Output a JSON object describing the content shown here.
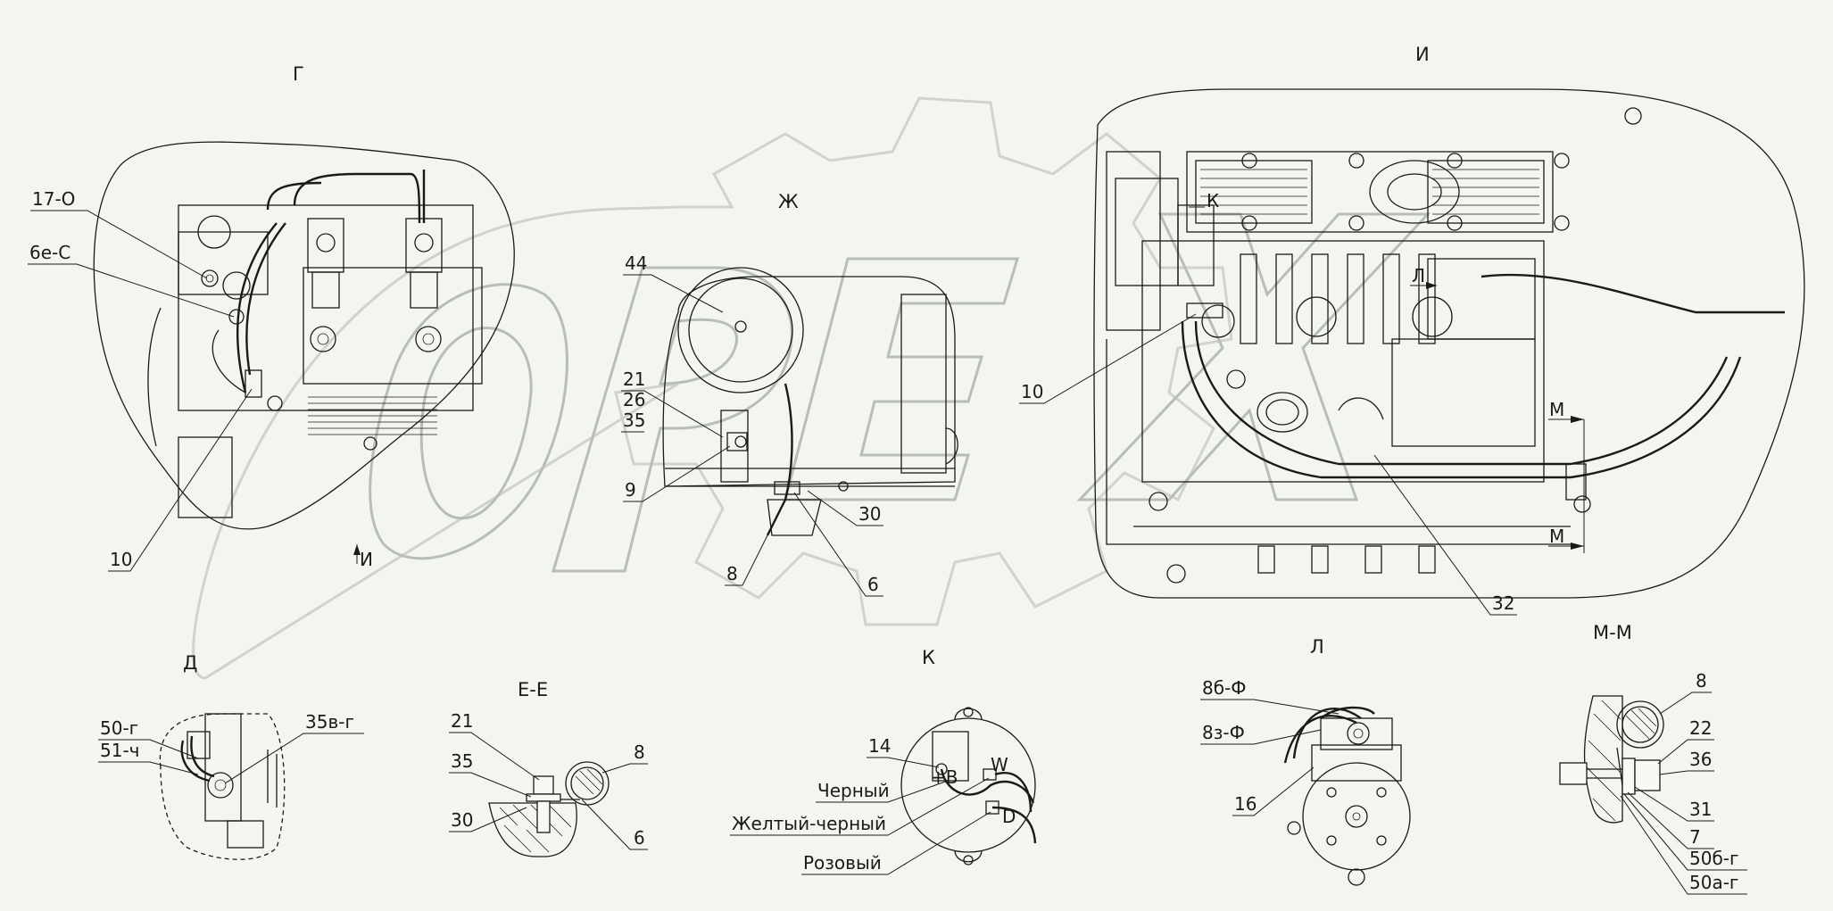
{
  "views": {
    "g": {
      "title": "Г",
      "callouts": [
        "17-О",
        "6е-С",
        "10"
      ],
      "arrow_label": "И"
    },
    "zh": {
      "title": "Ж",
      "callouts": [
        "44",
        "21",
        "26",
        "35",
        "9",
        "30",
        "8",
        "6"
      ]
    },
    "i": {
      "title": "И",
      "callouts": [
        "10",
        "К",
        "Л",
        "М",
        "М",
        "32"
      ]
    },
    "d": {
      "title": "Д",
      "callouts": [
        "50-г",
        "51-ч",
        "35в-г"
      ]
    },
    "ee": {
      "title": "Е-Е",
      "callouts": [
        "21",
        "35",
        "30",
        "8",
        "6"
      ]
    },
    "k": {
      "title": "К",
      "callouts": [
        "14",
        "Черный",
        "Желтый-черный",
        "Розовый"
      ],
      "terminals": [
        "+B",
        "W",
        "D"
      ]
    },
    "l": {
      "title": "Л",
      "callouts": [
        "8б-Ф",
        "8з-Ф",
        "16"
      ]
    },
    "mm": {
      "title": "М-М",
      "callouts": [
        "8",
        "22",
        "36",
        "31",
        "7",
        "50б-г",
        "50а-г"
      ]
    }
  },
  "watermark": {
    "text": "ОРЕХ"
  },
  "colors": {
    "background": "#f2f6ee",
    "ink": "#1a1a1a",
    "watermark": "#b9bdb7"
  }
}
